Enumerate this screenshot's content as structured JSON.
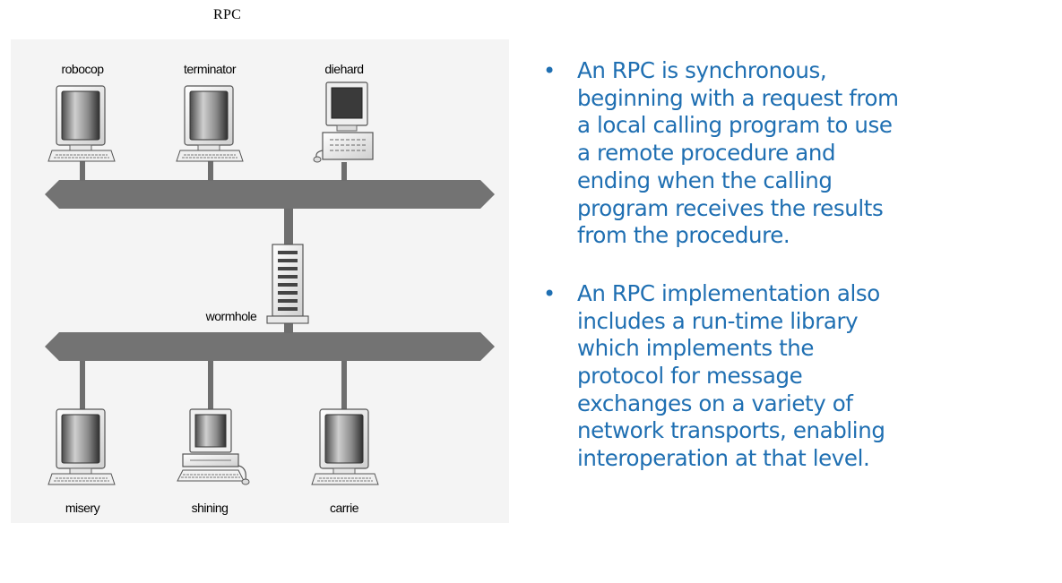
{
  "slide": {
    "title": "RPC"
  },
  "diagram": {
    "top_hosts": [
      {
        "name": "robocop",
        "icon": "monitor-icon"
      },
      {
        "name": "terminator",
        "icon": "monitor-icon"
      },
      {
        "name": "diehard",
        "icon": "workstation-icon"
      }
    ],
    "server": {
      "name": "wormhole",
      "icon": "server-tower-icon"
    },
    "bottom_hosts": [
      {
        "name": "misery",
        "icon": "monitor-icon"
      },
      {
        "name": "shining",
        "icon": "desktop-pc-icon"
      },
      {
        "name": "carrie",
        "icon": "monitor-icon"
      }
    ],
    "colors": {
      "network_bus": "#737373",
      "background": "#f4f4f4"
    }
  },
  "bullets": [
    {
      "text": "An RPC is synchronous, beginning with a request from a local calling program to use a remote procedure and ending when the calling program receives the results from the procedure."
    },
    {
      "text": "An RPC implementation also includes a run-time library which implements the protocol for message exchanges on a variety of network transports, enabling interoperation at that level."
    }
  ],
  "colors": {
    "bullet_text": "#1f6fb2"
  }
}
